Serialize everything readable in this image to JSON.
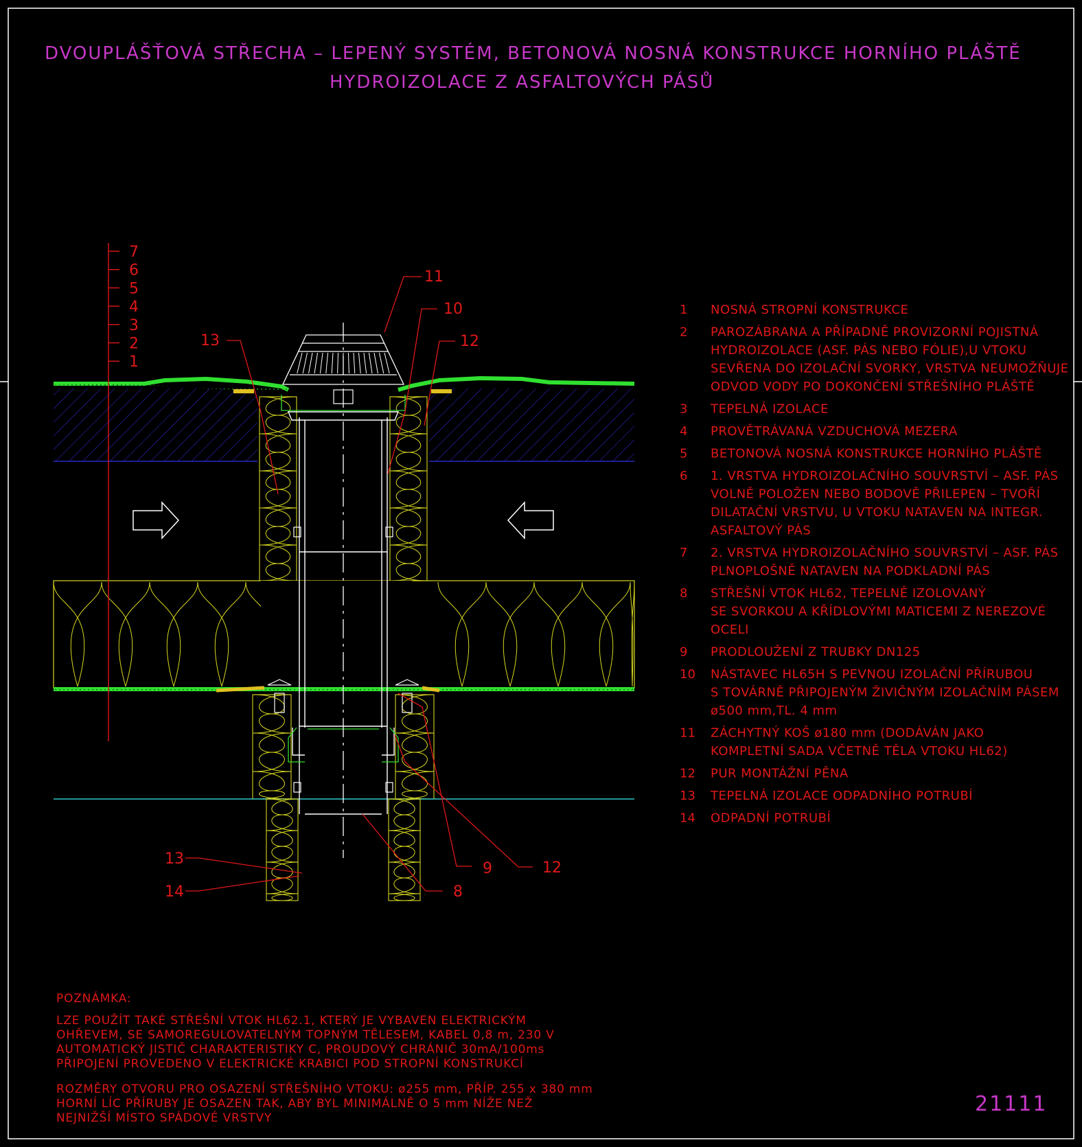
{
  "title": {
    "line1": "DVOUPLÁŠŤOVÁ STŘECHA – LEPENÝ SYSTÉM, BETONOVÁ NOSNÁ KONSTRUKCE HORNÍHO PLÁŠTĚ",
    "line2": "HYDROIZOLACE Z ASFALTOVÝCH PÁSŮ"
  },
  "layer_scale": [
    "7",
    "6",
    "5",
    "4",
    "3",
    "2",
    "1"
  ],
  "callouts": {
    "c11": "11",
    "c10": "10",
    "c12_top": "12",
    "c13_top": "13",
    "c13_bottom": "13",
    "c14": "14",
    "c9": "9",
    "c12_bottom": "12",
    "c8": "8"
  },
  "legend": [
    {
      "num": "1",
      "lines": [
        "NOSNÁ STROPNÍ KONSTRUKCE"
      ]
    },
    {
      "num": "2",
      "lines": [
        "PAROZÁBRANA A PŘÍPADNĚ PROVIZORNÍ POJISTNÁ",
        "HYDROIZOLACE (ASF. PÁS NEBO FÓLIE),U VTOKU",
        "SEVŘENA DO IZOLAČNÍ SVORKY, VRSTVA NEUMOŽŇUJE",
        "ODVOD VODY PO DOKONČENÍ STŘEŠNÍHO PLÁŠTĚ"
      ]
    },
    {
      "num": "3",
      "lines": [
        "TEPELNÁ IZOLACE"
      ]
    },
    {
      "num": "4",
      "lines": [
        "PROVĚTRÁVANÁ VZDUCHOVÁ MEZERA"
      ]
    },
    {
      "num": "5",
      "lines": [
        "BETONOVÁ NOSNÁ KONSTRUKCE HORNÍHO PLÁŠTĚ"
      ]
    },
    {
      "num": "6",
      "lines": [
        "1. VRSTVA HYDROIZOLAČNÍHO SOUVRSTVÍ – ASF. PÁS",
        "VOLNĚ POLOŽEN NEBO BODOVĚ PŘILEPEN – TVOŘÍ",
        "DILATAČNÍ VRSTVU, U VTOKU NATAVEN NA INTEGR.",
        "ASFALTOVÝ PÁS"
      ]
    },
    {
      "num": "7",
      "lines": [
        "2. VRSTVA HYDROIZOLAČNÍHO SOUVRSTVÍ – ASF. PÁS",
        "PLNOPLOŠNĚ NATAVEN NA PODKLADNÍ PÁS"
      ]
    },
    {
      "num": "8",
      "lines": [
        "STŘEŠNÍ VTOK HL62, TEPELNĚ IZOLOVANÝ",
        "SE SVORKOU A KŘÍDLOVÝMI MATICEMI Z NEREZOVÉ",
        "OCELI"
      ]
    },
    {
      "num": "9",
      "lines": [
        "PRODLOUŽENÍ Z TRUBKY DN125"
      ]
    },
    {
      "num": "10",
      "lines": [
        "NÁSTAVEC HL65H S PEVNOU IZOLAČNÍ PŘÍRUBOU",
        "S TOVÁRNĚ PŘIPOJENÝM ŽIVIČNÝM IZOLAČNÍM PÁSEM",
        "ø500 mm,TL. 4 mm"
      ]
    },
    {
      "num": "11",
      "lines": [
        "ZÁCHYTNÝ KOŠ ø180 mm (DODÁVÁN JAKO",
        "KOMPLETNÍ SADA VČETNĚ TĚLA VTOKU HL62)"
      ]
    },
    {
      "num": "12",
      "lines": [
        "PUR MONTÁŽNÍ PĚNA"
      ]
    },
    {
      "num": "13",
      "lines": [
        "TEPELNÁ IZOLACE ODPADNÍHO POTRUBÍ"
      ]
    },
    {
      "num": "14",
      "lines": [
        "ODPADNÍ POTRUBÍ"
      ]
    }
  ],
  "note": {
    "heading": "POZNÁMKA:",
    "para1": [
      "LZE POUŽÍT TAKÉ STŘEŠNÍ VTOK HL62.1, KTERÝ JE VYBAVEN ELEKTRICKÝM",
      "OHŘEVEM, SE SAMOREGULOVATELNÝM TOPNÝM TĚLESEM, KABEL 0,8 m, 230 V",
      "AUTOMATICKÝ JISTIČ CHARAKTERISTIKY C, PROUDOVÝ CHRÁNIČ 30mA/100ms",
      "PŘIPOJENÍ PROVEDENO V ELEKTRICKÉ KRABICI POD STROPNÍ KONSTRUKCÍ"
    ],
    "para2": [
      "ROZMĚRY OTVORU PRO OSAZENÍ STŘEŠNÍHO VTOKU: ø255 mm, PŘÍP. 255 x 380 mm",
      "HORNÍ LÍC PŘÍRUBY JE OSAZEN TAK, ABY BYL MINIMÁLNĚ O 5 mm NÍŽE NEŽ",
      "NEJNIŽŠÍ MÍSTO SPÁDOVÉ VRSTVY"
    ]
  },
  "drawing_code": "21111",
  "colors": {
    "background": "#000000",
    "frame": "#ffffff",
    "title": "#c838c8",
    "red_text": "#e01818",
    "insulation": "#d8d820",
    "membrane": "#30e030",
    "concrete_hatch": "#2828c8",
    "cyan_line": "#30c8c8",
    "pipe": "#ffffff"
  }
}
